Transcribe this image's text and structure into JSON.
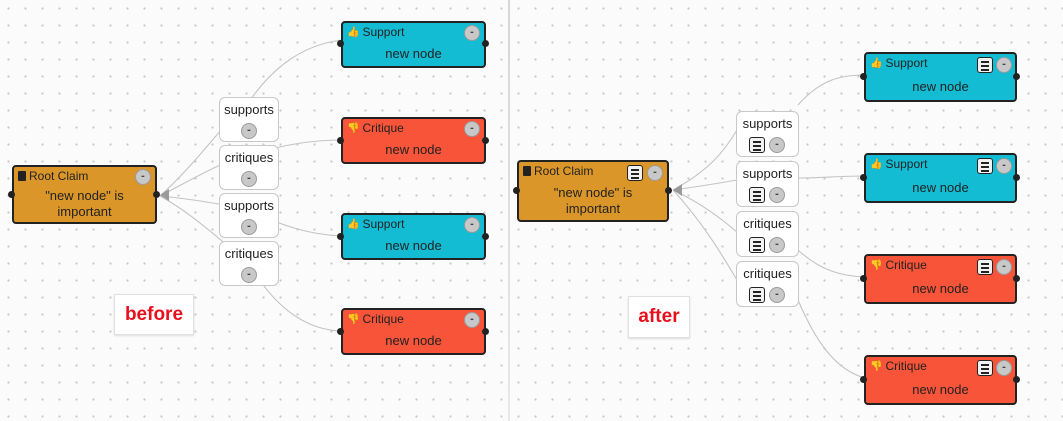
{
  "root": {
    "type": "Root Claim",
    "text": "\"new node\" is important"
  },
  "node_text": "new node",
  "types": {
    "support": "Support",
    "critique": "Critique"
  },
  "relations": {
    "supports": "supports",
    "critiques": "critiques"
  },
  "collapse_glyph": "-",
  "tags": {
    "before": "before",
    "after": "after"
  },
  "colors": {
    "claim": "#db9629",
    "support": "#13bcd3",
    "critique": "#f85439",
    "tag": "#e8101c"
  },
  "icons": {
    "claim": "document-icon",
    "support": "thumbs-up-icon",
    "critique": "thumbs-down-icon",
    "notes": "notes-icon"
  }
}
